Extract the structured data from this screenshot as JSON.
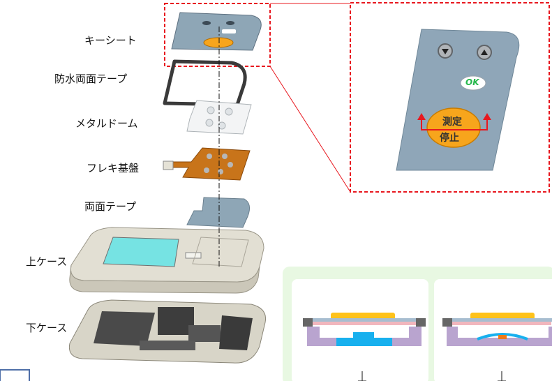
{
  "labels": {
    "key_sheet": "キーシート",
    "waterproof_tape": "防水両面テープ",
    "metal_dome": "メタルドーム",
    "flex_board": "フレキ基盤",
    "double_tape": "両面テープ",
    "upper_case": "上ケース",
    "lower_case": "下ケース"
  },
  "zoom": {
    "ok_label": "OK",
    "measure_label_line1": "測定",
    "measure_label_line2": "停止"
  },
  "colors": {
    "highlight": "#e8181f",
    "key_sheet": "#8ea6b6",
    "orange_button": "#f7a51c",
    "flex_board": "#c8741a",
    "panel_bg": "#e8f8e2"
  }
}
